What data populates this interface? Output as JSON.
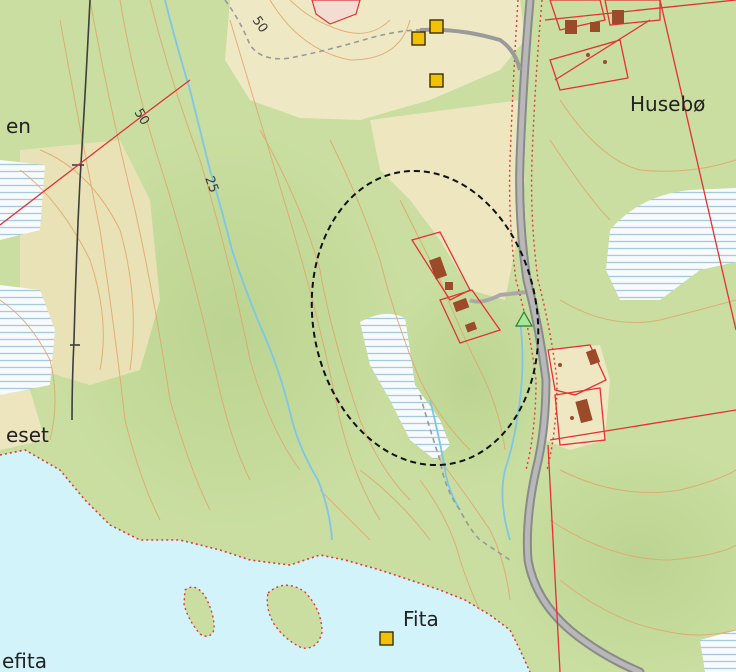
{
  "map": {
    "place_labels": {
      "husebo": "Husebø",
      "fita": "Fita",
      "en": "en",
      "eset": "eset",
      "efita": "efita"
    },
    "contour_labels": {
      "c50_top": "50",
      "c50_left": "50",
      "c25": "25"
    },
    "colors": {
      "forest": "#c9dea0",
      "open_land": "#eee9c4",
      "water": "#d3f3fb",
      "marsh_stripe": "#a8c8dd",
      "contour": "#e0a56d",
      "property_line": "#e33232",
      "road": "#9a9a9a",
      "building": "#9b4a2a",
      "poi": "#f2c200",
      "stream": "#7fc6e6",
      "survey_point": "#a6e89a"
    },
    "icons": {
      "poi": "yellow-square-icon",
      "survey_point": "triangle-icon"
    }
  }
}
